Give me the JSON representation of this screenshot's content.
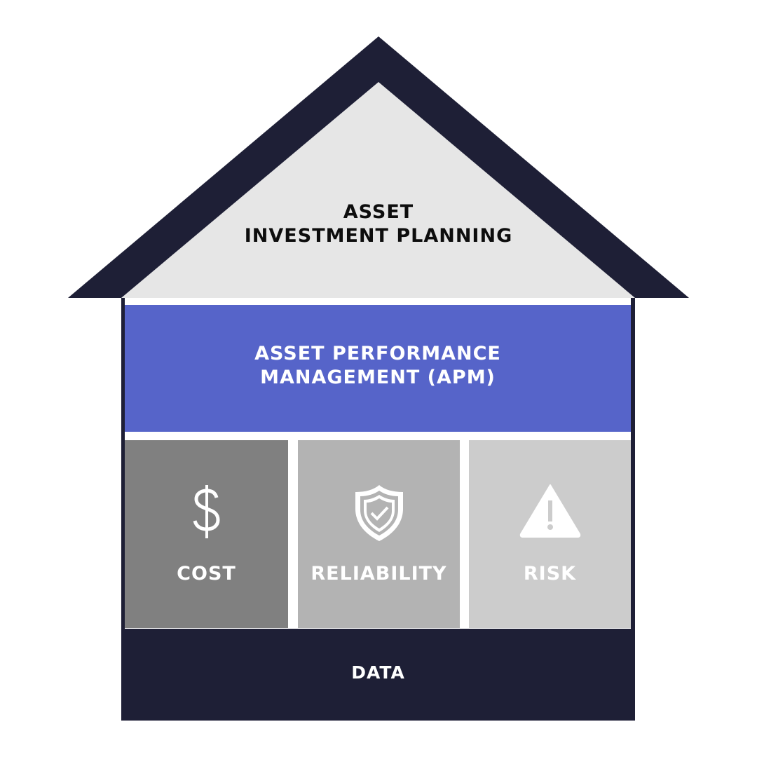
{
  "colors": {
    "navy": "#1e1f36",
    "roof_fill": "#e6e6e6",
    "apm_blue": "#5664c9",
    "cost_gray": "#808080",
    "reliability_gray": "#b3b3b3",
    "risk_gray": "#cccccc",
    "white": "#ffffff"
  },
  "roof": {
    "line1": "ASSET",
    "line2": "INVESTMENT PLANNING"
  },
  "apm": {
    "line1": "ASSET PERFORMANCE",
    "line2": "MANAGEMENT (APM)"
  },
  "pillars": [
    {
      "label": "COST",
      "icon": "dollar-icon"
    },
    {
      "label": "RELIABILITY",
      "icon": "shield-check-icon"
    },
    {
      "label": "RISK",
      "icon": "warning-icon"
    }
  ],
  "base": {
    "label": "DATA"
  }
}
